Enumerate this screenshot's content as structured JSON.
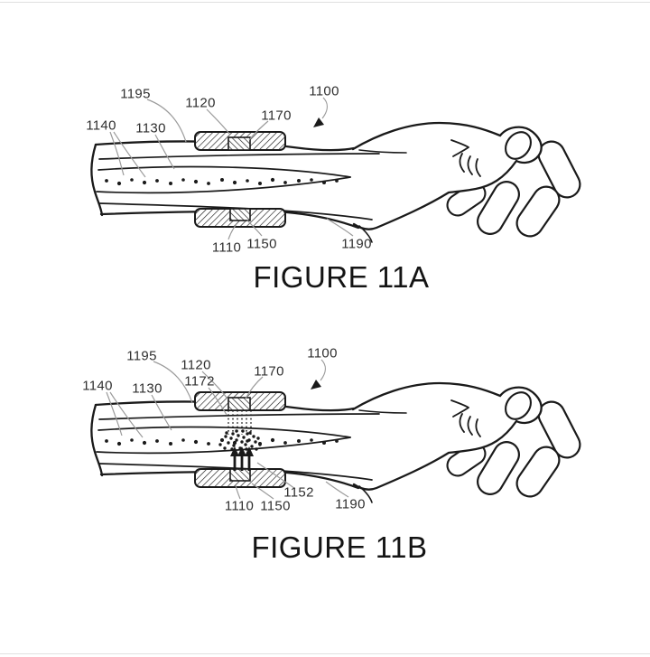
{
  "page": {
    "background": "#ffffff",
    "ink_color": "#1a1a1a",
    "leader_color": "#9b9b9b"
  },
  "figures": {
    "a": {
      "caption": "FIGURE 11A",
      "labels": [
        {
          "ref": "1195"
        },
        {
          "ref": "1120"
        },
        {
          "ref": "1170"
        },
        {
          "ref": "1100"
        },
        {
          "ref": "1140"
        },
        {
          "ref": "1130"
        },
        {
          "ref": "1110"
        },
        {
          "ref": "1150"
        },
        {
          "ref": "1190"
        }
      ]
    },
    "b": {
      "caption": "FIGURE 11B",
      "labels": [
        {
          "ref": "1195"
        },
        {
          "ref": "1120"
        },
        {
          "ref": "1172"
        },
        {
          "ref": "1170"
        },
        {
          "ref": "1100"
        },
        {
          "ref": "1140"
        },
        {
          "ref": "1130"
        },
        {
          "ref": "1110"
        },
        {
          "ref": "1150"
        },
        {
          "ref": "1152"
        },
        {
          "ref": "1190"
        }
      ]
    }
  }
}
